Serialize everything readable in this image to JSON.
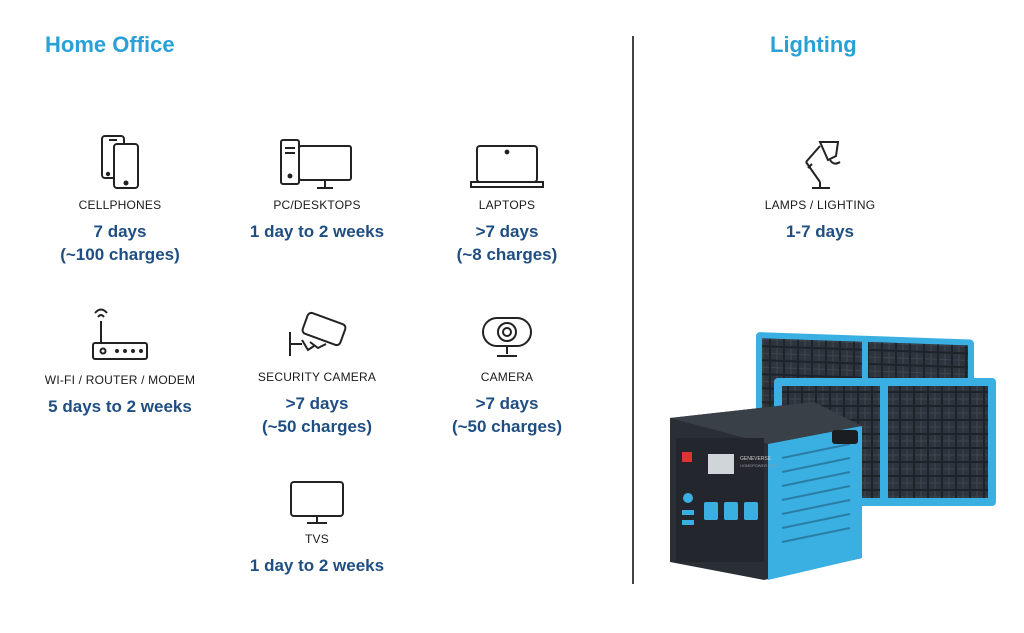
{
  "sections": {
    "home_office_title": "Home Office",
    "lighting_title": "Lighting"
  },
  "items": {
    "cellphones": {
      "label": "CELLPHONES",
      "line1": "7 days",
      "line2": "(~100 charges)",
      "icon": "smartphone-icon"
    },
    "pc": {
      "label": "PC/DESKTOPS",
      "line1": "1 day to 2 weeks",
      "icon": "desktop-computer-icon"
    },
    "laptops": {
      "label": "LAPTOPS",
      "line1": ">7 days",
      "line2": "(~8 charges)",
      "icon": "laptop-icon"
    },
    "wifi": {
      "label": "WI-FI / ROUTER / MODEM",
      "line1": "5 days to 2 weeks",
      "icon": "router-icon"
    },
    "security": {
      "label": "SECURITY CAMERA",
      "line1": ">7 days",
      "line2": "(~50 charges)",
      "icon": "security-camera-icon"
    },
    "camera": {
      "label": "CAMERA",
      "line1": ">7 days",
      "line2": "(~50 charges)",
      "icon": "webcam-icon"
    },
    "tvs": {
      "label": "TVS",
      "line1": "1 day to 2 weeks",
      "icon": "tv-icon"
    },
    "lamps": {
      "label": "LAMPS / LIGHTING",
      "line1": "1-7 days",
      "icon": "desk-lamp-icon"
    }
  },
  "product": {
    "brand": "GENEVERSE",
    "model": "HOMEPOWER ONE"
  },
  "colors": {
    "title": "#2aa0d8",
    "value": "#1f4e82",
    "accent": "#3ab0e2"
  }
}
